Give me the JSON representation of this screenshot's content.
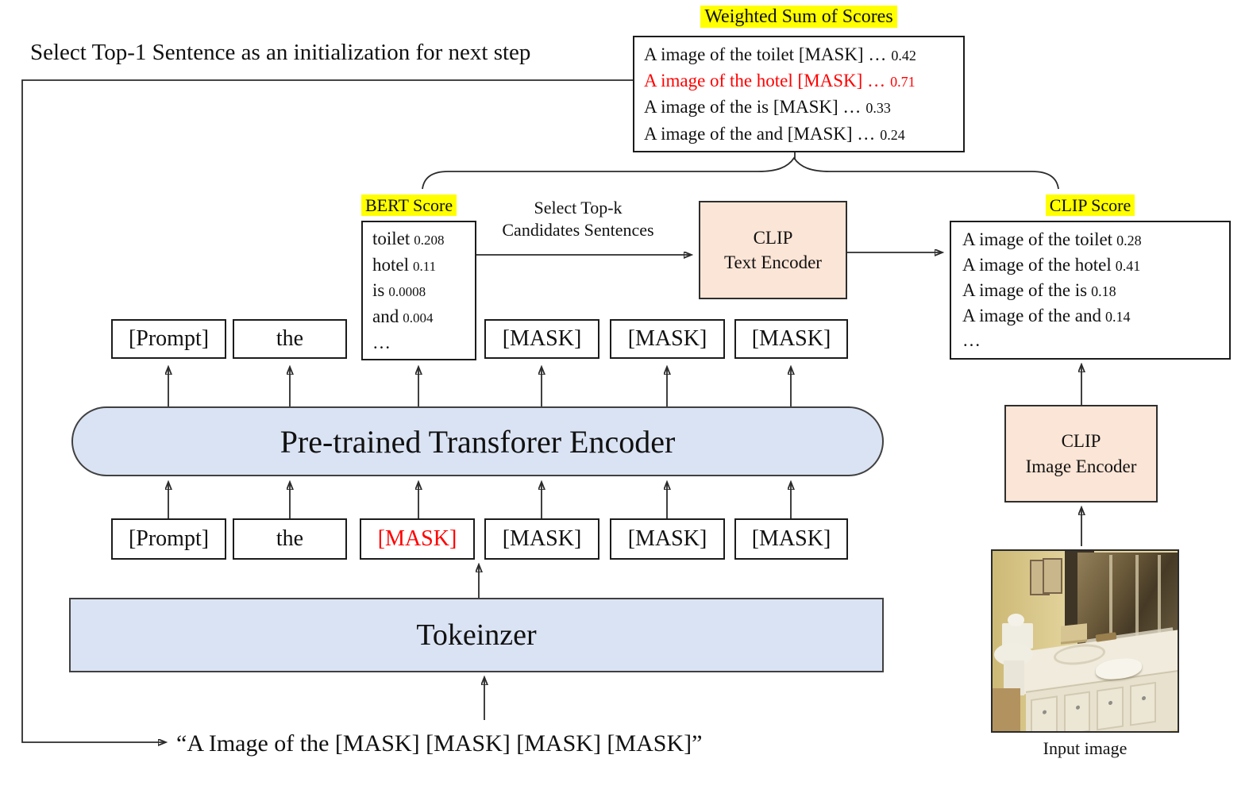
{
  "note_top": "Select Top-1 Sentence as an initialization for next step",
  "weighted_sum": {
    "label": "Weighted Sum of Scores",
    "rows": [
      {
        "text": "A image of the toilet [MASK] …",
        "score": "0.42"
      },
      {
        "text": "A image of the hotel [MASK] …",
        "score": "0.71"
      },
      {
        "text": "A image of the is [MASK] …",
        "score": "0.33"
      },
      {
        "text": "A image of the and [MASK] …",
        "score": "0.24"
      }
    ]
  },
  "bert": {
    "label": "BERT Score",
    "rows": [
      {
        "word": "toilet",
        "score": "0.208"
      },
      {
        "word": "hotel",
        "score": "0.11"
      },
      {
        "word": "is",
        "score": "0.0008"
      },
      {
        "word": "and",
        "score": "0.004"
      }
    ],
    "ellipsis": "…"
  },
  "topk_note": {
    "line1": "Select Top-k",
    "line2": "Candidates Sentences"
  },
  "clip_text_encoder": {
    "line1": "CLIP",
    "line2": "Text Encoder"
  },
  "clip_score": {
    "label": "CLIP Score",
    "rows": [
      {
        "text": "A image of the toilet",
        "score": "0.28"
      },
      {
        "text": "A image of the hotel",
        "score": "0.41"
      },
      {
        "text": "A image of the is",
        "score": "0.18"
      },
      {
        "text": "A image of the and",
        "score": "0.14"
      }
    ],
    "ellipsis": "…"
  },
  "tokens": {
    "top": [
      "[Prompt]",
      "the",
      "[MASK]",
      "[MASK]",
      "[MASK]"
    ],
    "bottom": [
      "[Prompt]",
      "the",
      "[MASK]",
      "[MASK]",
      "[MASK]",
      "[MASK]"
    ]
  },
  "encoder_label": "Pre-trained Transforer Encoder",
  "tokenizer_label": "Tokeinzer",
  "input_sentence": "“A Image of the [MASK] [MASK] [MASK] [MASK]”",
  "clip_image_encoder": {
    "line1": "CLIP",
    "line2": "Image Encoder"
  },
  "input_image_caption": "Input image",
  "colors": {
    "highlight_yellow": "#ffff00",
    "emphasis_red": "#ff0000",
    "encoder_blue": "#dae3f3",
    "clip_peach": "#fbe5d6",
    "line_black": "#2b2b2b"
  }
}
